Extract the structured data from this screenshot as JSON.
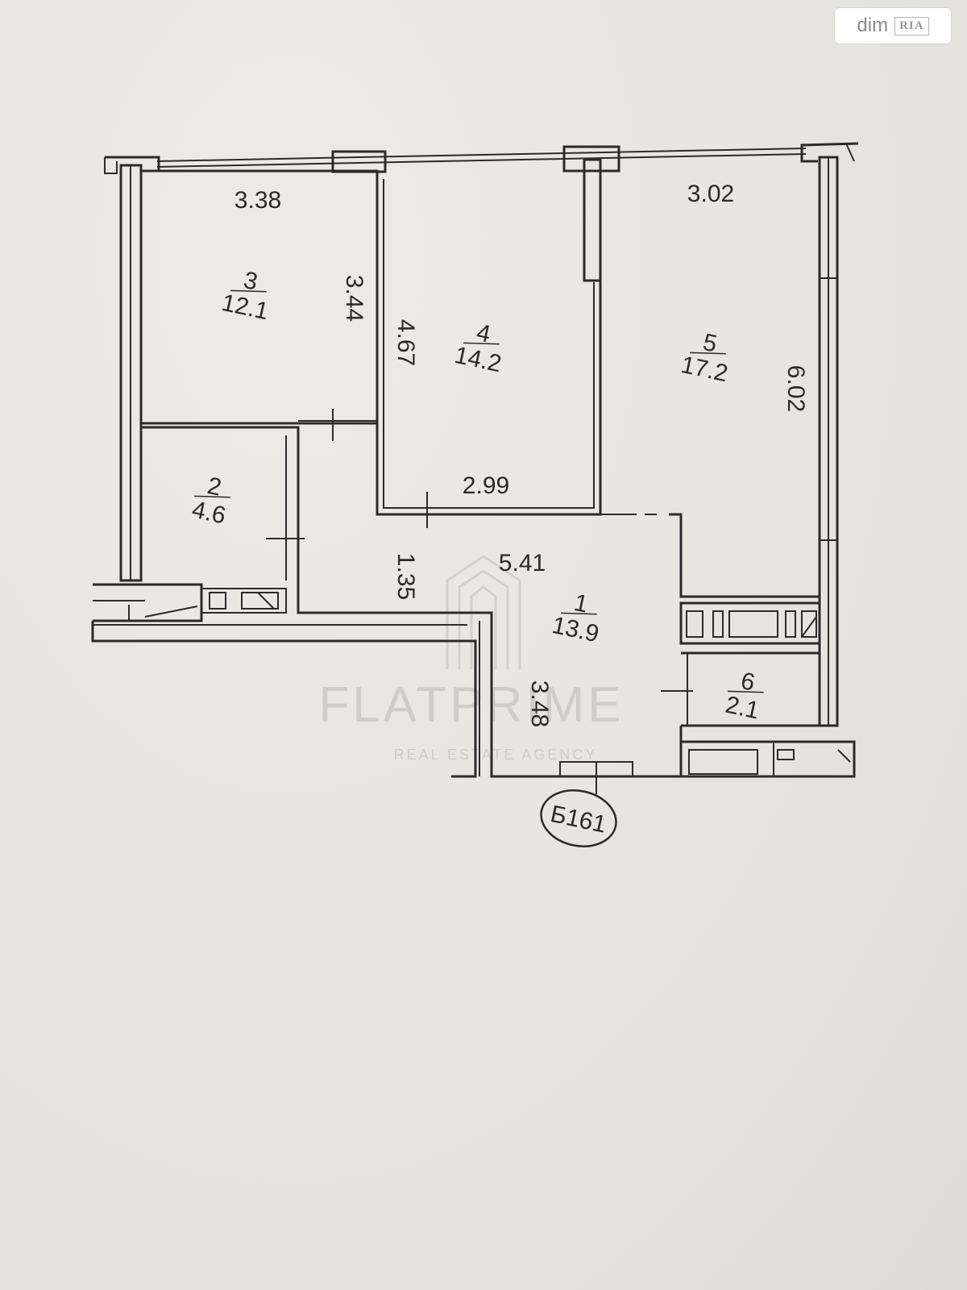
{
  "badge": {
    "text": "dim",
    "mark": "RIA"
  },
  "watermark": {
    "name": "FLATPRIME",
    "tagline": "REAL ESTATE AGENCY"
  },
  "rooms": [
    {
      "number": "3",
      "area": "12.1"
    },
    {
      "number": "4",
      "area": "14.2"
    },
    {
      "number": "5",
      "area": "17.2"
    },
    {
      "number": "2",
      "area": "4.6"
    },
    {
      "number": "1",
      "area": "13.9"
    },
    {
      "number": "6",
      "area": "2.1"
    }
  ],
  "dimensions": [
    "3.38",
    "3.44",
    "4.67",
    "3.02",
    "6.02",
    "2.99",
    "1.35",
    "5.41",
    "3.48"
  ],
  "entrance_code": "Б161",
  "colors": {
    "background": "#e8e6e1",
    "ink": "#2b2b2b",
    "watermark": "#cfcdc8"
  }
}
